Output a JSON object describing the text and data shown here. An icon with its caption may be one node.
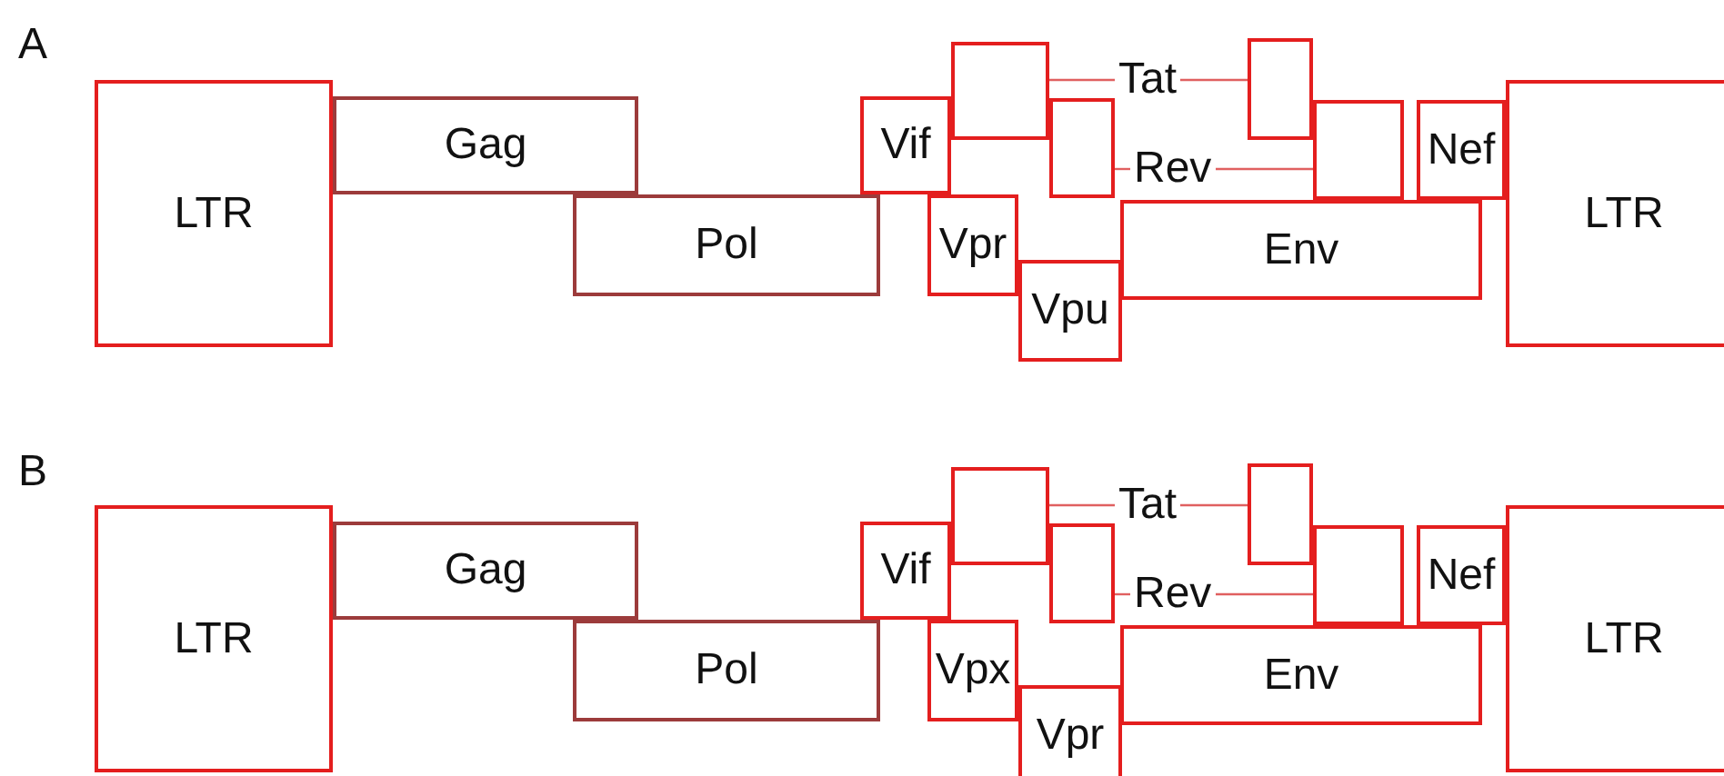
{
  "diagram": {
    "nodes": [
      {
        "text": [
          "LTR"
        ]
      },
      {
        "text": [
          "Gag"
        ]
      },
      {
        "text": [
          "Pol"
        ]
      },
      {
        "text": [
          "Vif"
        ]
      },
      {
        "text": [],
        "shape": "box"
      },
      {
        "text": [
          "Tat"
        ]
      },
      {
        "text": [],
        "shape": "box"
      },
      {
        "text": [],
        "shape": "box"
      },
      {
        "text": [
          "Rev"
        ]
      },
      {
        "text": [],
        "shape": "box"
      },
      {
        "text": [
          "Vpr"
        ]
      },
      {
        "text": [
          "Vpu"
        ]
      },
      {
        "text": [
          "Env"
        ]
      },
      {
        "text": [
          "Nef"
        ]
      },
      {
        "text": [
          "LTR"
        ]
      },
      {
        "text": [
          "LTR"
        ]
      },
      {
        "text": [
          "Gag"
        ]
      },
      {
        "text": [
          "Pol"
        ]
      },
      {
        "text": [
          "Vif"
        ]
      },
      {
        "text": [],
        "shape": "box"
      },
      {
        "text": [
          "Tat"
        ]
      },
      {
        "text": [],
        "shape": "box"
      },
      {
        "text": [],
        "shape": "box"
      },
      {
        "text": [
          "Rev"
        ]
      },
      {
        "text": [],
        "shape": "box"
      },
      {
        "text": [
          "Vpx"
        ]
      },
      {
        "text": [
          "Vpr"
        ]
      },
      {
        "text": [
          "Env"
        ]
      },
      {
        "text": [
          "Nef"
        ]
      },
      {
        "text": [
          "LTR"
        ]
      }
    ],
    "edges": [
      {
        "from": 4,
        "to": 5,
        "arrow": "none"
      },
      {
        "from": 5,
        "to": 6,
        "arrow": "none"
      },
      {
        "from": 7,
        "to": 8,
        "arrow": "none"
      },
      {
        "from": 8,
        "to": 9,
        "arrow": "none"
      },
      {
        "from": 19,
        "to": 20,
        "arrow": "none"
      },
      {
        "from": 20,
        "to": 21,
        "arrow": "none"
      },
      {
        "from": 22,
        "to": 23,
        "arrow": "none"
      },
      {
        "from": 23,
        "to": 24,
        "arrow": "none"
      }
    ],
    "labels": [
      "A",
      "B"
    ]
  }
}
